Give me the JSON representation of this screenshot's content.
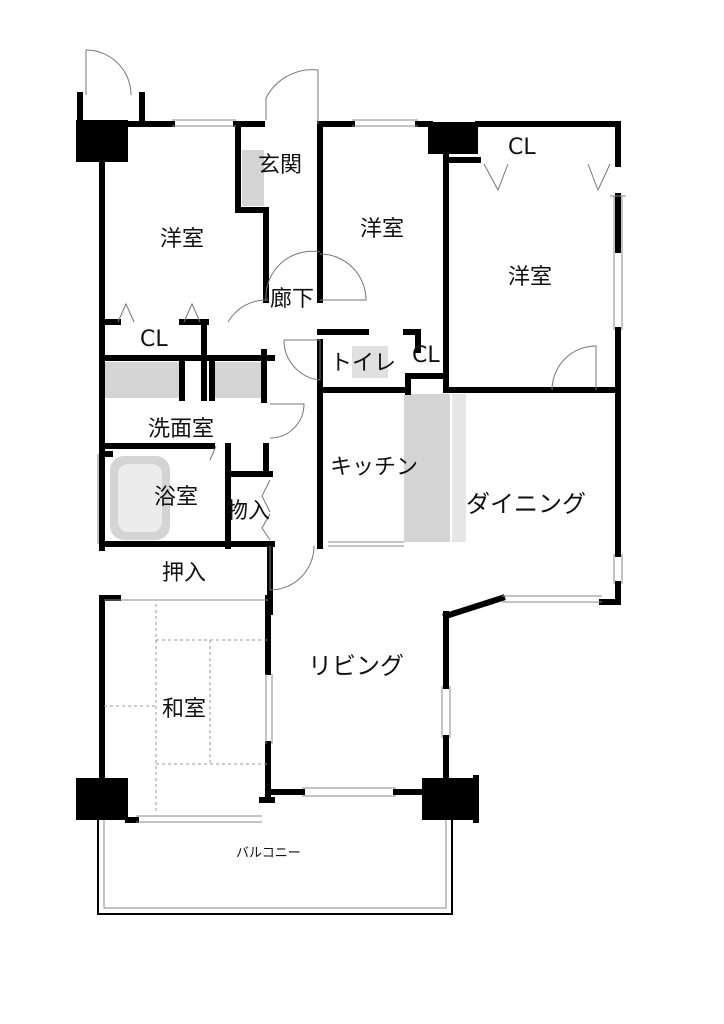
{
  "rooms": {
    "genkan": "玄関",
    "western_room_1": "洋室",
    "western_room_2": "洋室",
    "western_room_3": "洋室",
    "corridor": "廊下",
    "closet_1": "CL",
    "closet_2": "CL",
    "closet_3": "CL",
    "toilet": "トイレ",
    "washroom": "洗面室",
    "bathroom": "浴室",
    "storage": "物入",
    "kitchen": "キッチン",
    "dining": "ダイニング",
    "oshiire": "押入",
    "living": "リビング",
    "japanese_room": "和室",
    "balcony": "バルコニー"
  }
}
